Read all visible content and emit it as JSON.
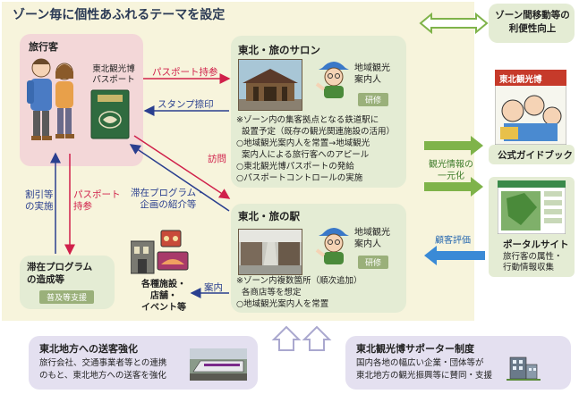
{
  "title": "ゾーン毎に個性あふれるテーマを設定",
  "top_right": {
    "text": "ゾーン間移動等の\n利便性向上"
  },
  "traveler": {
    "label": "旅行客",
    "passport_label": "東北観光博\nパスポート"
  },
  "salon": {
    "title": "東北・旅のサロン",
    "guide_label": "地域観光\n案内人",
    "badge": "研修",
    "lines": [
      "※ゾーン内の集客拠点となる鉄道駅に",
      "  設置予定（既存の観光関連施設の活用）",
      "○地域観光案内人を常置→地域観光",
      "  案内人による旅行客へのアピール",
      "○東北観光博パスポートの発給",
      "○パスポートコントロールの実施"
    ]
  },
  "station": {
    "title": "東北・旅の駅",
    "guide_label": "地域観光\n案内人",
    "badge": "研修",
    "lines": [
      "※ゾーン内複数箇所（順次追加）",
      "  各商店等を想定",
      "○地域観光案内人を常置"
    ]
  },
  "facilities": {
    "label": "各種施設・\n店舗・\nイベント等"
  },
  "stay_program": {
    "title": "滞在プログラム\nの造成等",
    "badge": "普及等支援"
  },
  "arrows": {
    "passport_carry": "パスポート持参",
    "stamp": "スタンプ捺印",
    "visit": "訪問",
    "stay_intro": "滞在プログラム・\n企画の紹介等",
    "guide": "案内",
    "discount": "割引等\nの実施",
    "passport_carry2": "パスポート\n持参",
    "unify": "観光情報の\n一元化",
    "review": "顧客評価"
  },
  "guidebook": {
    "cover_title": "東北観光博",
    "label": "公式ガイドブック"
  },
  "portal": {
    "label": "ポータルサイト",
    "sub": "旅行客の属性・\n行動情報収集"
  },
  "bottom_left": {
    "title": "東北地方への送客強化",
    "lines": [
      "旅行会社、交通事業者等との連携",
      "のもと、東北地方への送客を強化"
    ]
  },
  "bottom_right": {
    "title": "東北観光博サポーター制度",
    "lines": [
      "国内各地の幅広い企業・団体等が",
      "東北地方の観光振興等に賛同・支援"
    ]
  },
  "colors": {
    "region": "#f7f4dc",
    "pink_box": "#f3d7d8",
    "green_box": "#e4ecd4",
    "lavender_box": "#e4e0f0",
    "red_arrow": "#d0204a",
    "blue_arrow": "#2a3f8f",
    "green_arrow": "#7fb34a",
    "portal_arrow": "#3a8ad6"
  }
}
